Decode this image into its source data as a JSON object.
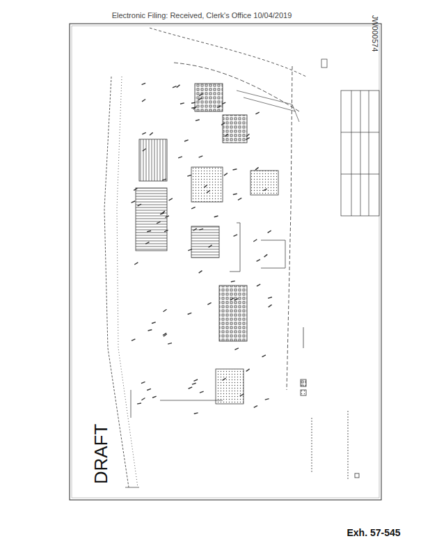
{
  "diagram": {
    "labels": [
      "Electronic Filing: Received, Clerk's Office 10/04/2019",
      "JW000574",
      "DRAFT",
      "Exh. 57-545"
    ]
  }
}
